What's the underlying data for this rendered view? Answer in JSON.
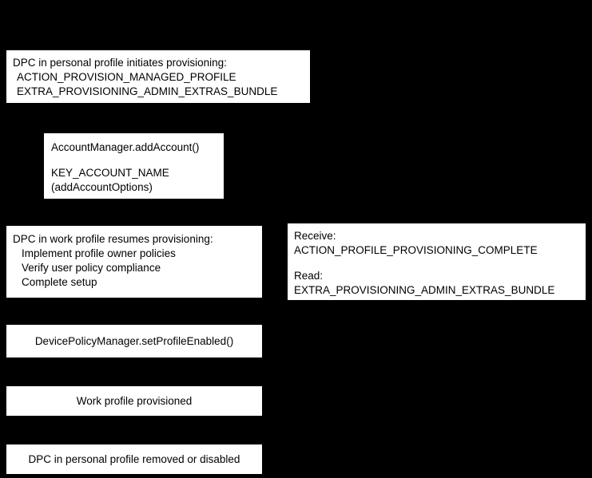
{
  "diagram": {
    "background_color": "#000000",
    "box_fill_color": "#ffffff",
    "box_text_color": "#000000",
    "boxes": {
      "initiate_provisioning": {
        "title": "DPC in personal profile initiates provisioning:",
        "action": "ACTION_PROVISION_MANAGED_PROFILE",
        "extra": "EXTRA_PROVISIONING_ADMIN_EXTRAS_BUNDLE"
      },
      "add_account": {
        "method": "AccountManager.addAccount()",
        "key": "KEY_ACCOUNT_NAME",
        "options": "(addAccountOptions)"
      },
      "resume_provisioning": {
        "title": "DPC in work profile resumes provisioning:",
        "step1": "Implement profile owner policies",
        "step2": "Verify user policy compliance",
        "step3": "Complete setup"
      },
      "receive_complete": {
        "receive_label": "Receive:",
        "receive_value": "ACTION_PROFILE_PROVISIONING_COMPLETE",
        "read_label": "Read:",
        "read_value": "EXTRA_PROVISIONING_ADMIN_EXTRAS_BUNDLE"
      },
      "set_profile_enabled": {
        "label": "DevicePolicyManager.setProfileEnabled()"
      },
      "work_profile_provisioned": {
        "label": "Work profile provisioned"
      },
      "dpc_removed": {
        "label": "DPC in personal profile removed or disabled"
      }
    }
  }
}
